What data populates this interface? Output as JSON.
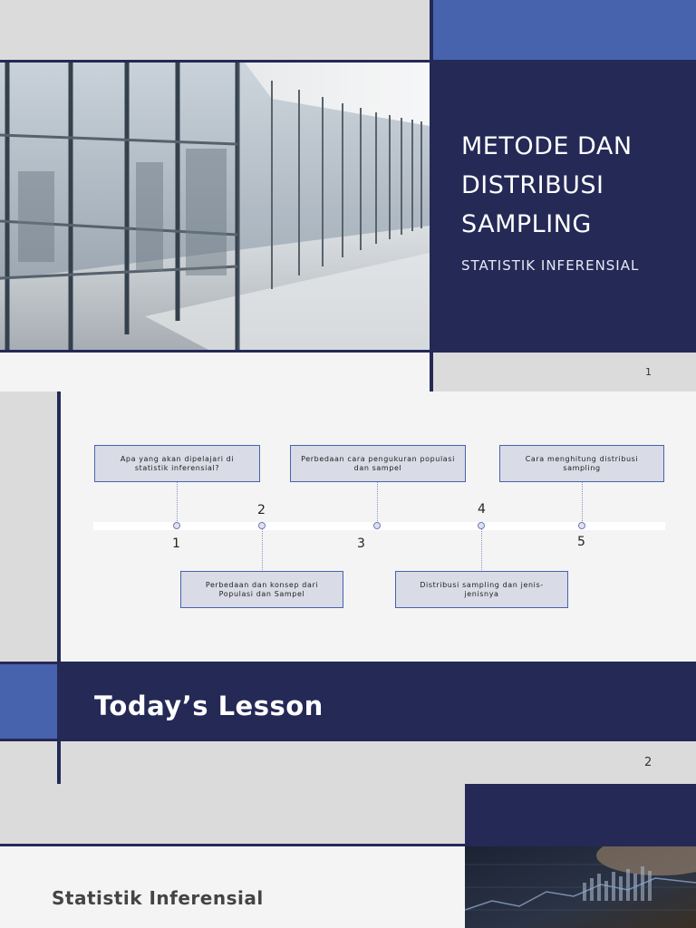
{
  "slide1": {
    "title": "METODE DAN DISTRIBUSI SAMPLING",
    "subtitle": "STATISTIK INFERENSIAL",
    "page_number": "1"
  },
  "slide2": {
    "heading": "Today’s Lesson",
    "page_number": "2",
    "timeline": [
      {
        "number": "1",
        "text": "Apa yang akan dipelajari di statistik inferensial?"
      },
      {
        "number": "2",
        "text": "Perbedaan dan konsep dari Populasi dan Sampel"
      },
      {
        "number": "3",
        "text": "Perbedaan cara pengukuran populasi dan sampel"
      },
      {
        "number": "4",
        "text": "Distribusi sampling dan jenis-jenisnya"
      },
      {
        "number": "5",
        "text": "Cara menghitung distribusi sampling"
      }
    ]
  },
  "slide3": {
    "heading": "Statistik Inferensial"
  },
  "colors": {
    "navy": "#242956",
    "blue": "#4863ad",
    "light_grey": "#dcdbdc",
    "background": "#f4f4f4"
  }
}
